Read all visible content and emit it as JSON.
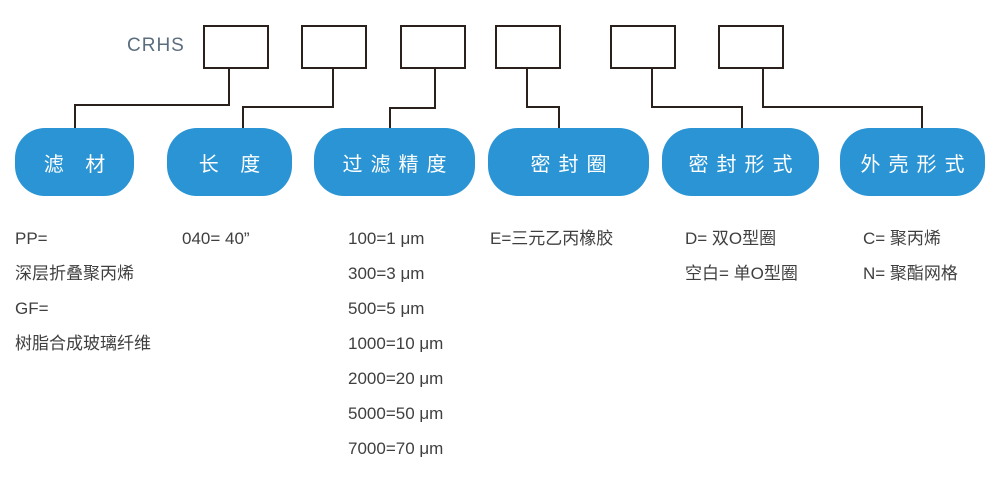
{
  "diagram": {
    "title_context": "CRHS filter cartridge ordering code diagram",
    "prefix_label": "CRHS",
    "code_box_count": 6,
    "fields": [
      {
        "label": "滤 材",
        "lines": [
          "PP=",
          "深层折叠聚丙烯",
          "GF=",
          "树脂合成玻璃纤维"
        ]
      },
      {
        "label": "长 度",
        "lines": [
          "040= 40”"
        ]
      },
      {
        "label": "过滤精度",
        "lines": [
          "100=1 μm",
          "300=3 μm",
          "500=5 μm",
          "1000=10 μm",
          "2000=20 μm",
          "5000=50 μm",
          "7000=70 μm"
        ]
      },
      {
        "label": "密封圈",
        "lines": [
          "E=三元乙丙橡胶"
        ]
      },
      {
        "label": "密封形式",
        "lines": [
          "D= 双O型圈",
          "空白= 单O型圈"
        ]
      },
      {
        "label": "外壳形式",
        "lines": [
          "C= 聚丙烯",
          "N= 聚酯网格"
        ]
      }
    ],
    "colors": {
      "pill_blue": "#2a94d4",
      "line_dark": "#2a201c",
      "body_text": "#3f3f3f",
      "prefix_text": "#5b6e7f"
    }
  }
}
